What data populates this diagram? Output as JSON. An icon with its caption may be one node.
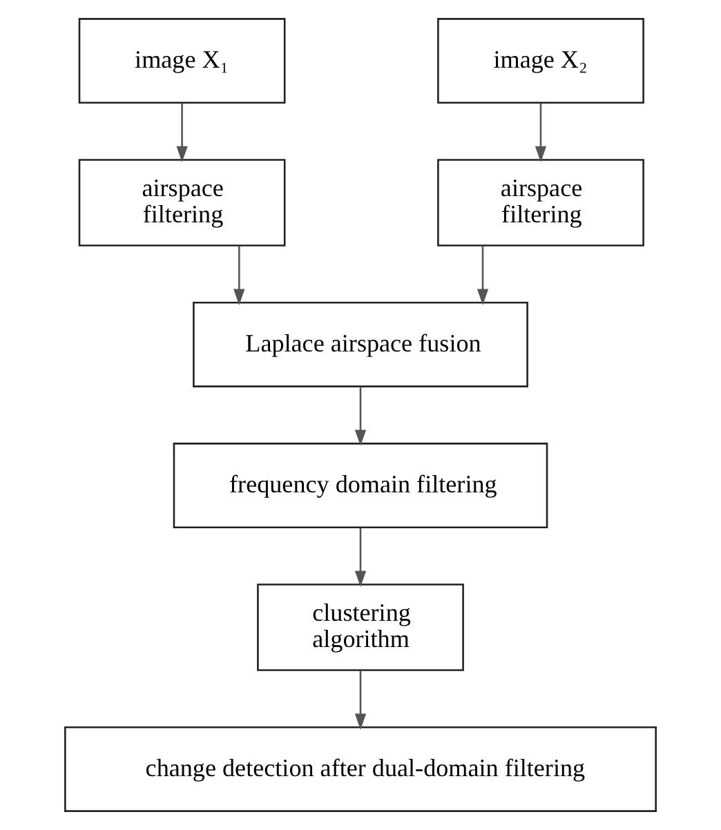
{
  "diagram": {
    "nodes": [
      {
        "text": [
          "image X₁"
        ]
      },
      {
        "text": [
          "image X₂"
        ]
      },
      {
        "text": [
          "airspace filtering"
        ]
      },
      {
        "text": [
          "airspace filtering"
        ]
      },
      {
        "text": [
          "Laplace airspace fusion"
        ]
      },
      {
        "text": [
          "frequency domain filtering"
        ]
      },
      {
        "text": [
          "clustering algorithm"
        ]
      },
      {
        "text": [
          "change detection after dual-domain filtering"
        ]
      }
    ],
    "edges": [
      {
        "from": 0,
        "to": 2,
        "arrow": "to"
      },
      {
        "from": 1,
        "to": 3,
        "arrow": "to"
      },
      {
        "from": 2,
        "to": 4,
        "arrow": "to"
      },
      {
        "from": 3,
        "to": 4,
        "arrow": "to"
      },
      {
        "from": 4,
        "to": 5,
        "arrow": "to"
      },
      {
        "from": 5,
        "to": 6,
        "arrow": "to"
      },
      {
        "from": 6,
        "to": 7,
        "arrow": "to"
      }
    ]
  }
}
